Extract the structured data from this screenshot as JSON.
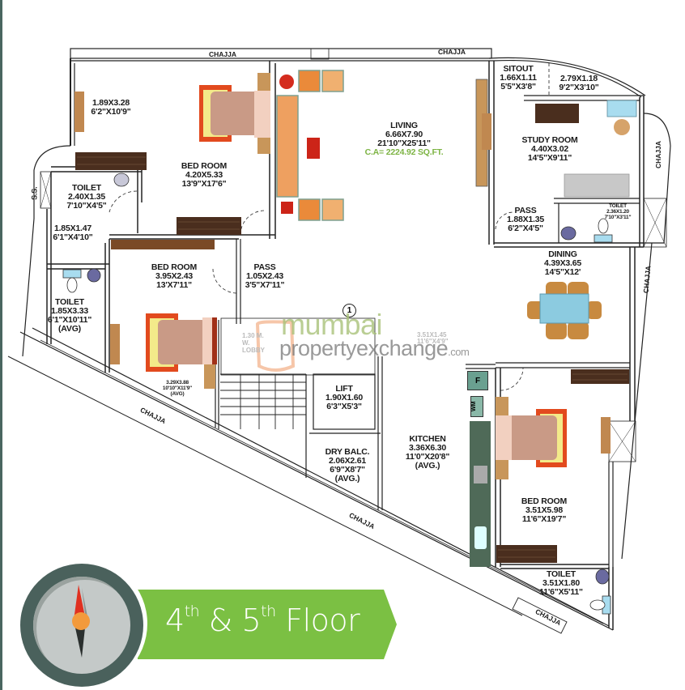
{
  "floor_title": {
    "n1": "4",
    "sup1": "th",
    "amp": " & ",
    "n2": "5",
    "sup2": "th",
    "word": " Floor"
  },
  "watermark": {
    "line1": "mumbai",
    "line2": "propertyexchange",
    "suffix": ".com",
    "ghost_left": "1.30 M. W. LOBBY",
    "ghost_right_1": "3.51X1.45",
    "ghost_right_2": "11'6\"X4'9\""
  },
  "marker": "1",
  "chajja_label": "CHAJJA",
  "rooms": {
    "walkin": {
      "dim_m": "1.89X3.28",
      "dim_ft": "6'2\"X10'9\""
    },
    "bedroom1": {
      "name": "BED ROOM",
      "dim_m": "4.20X5.33",
      "dim_ft": "13'9\"X17'6\""
    },
    "toilet1": {
      "name": "TOILET",
      "dim_m": "2.40X1.35",
      "dim_ft": "7'10\"X4'5\""
    },
    "ss": {
      "name": "S.S."
    },
    "dress": {
      "dim_m": "1.85X1.47",
      "dim_ft": "6'1\"X4'10\""
    },
    "toilet2": {
      "name": "TOILET",
      "dim_m": "1.85X3.33",
      "dim_ft": "6'1\"X10'11\"",
      "note": "(AVG)"
    },
    "bedroom2": {
      "name": "BED ROOM",
      "dim_m": "3.95X2.43",
      "dim_ft": "13'X7'11\""
    },
    "bedroom2_sub": {
      "dim_m": "3.29X3.88",
      "dim_ft": "10'10\"X11'9\"",
      "note": "(AVG)"
    },
    "pass1": {
      "name": "PASS",
      "dim_m": "1.05X2.43",
      "dim_ft": "3'5\"X7'11\""
    },
    "living": {
      "name": "LIVING",
      "dim_m": "6.66X7.90",
      "dim_ft": "21'10\"X25'11\"",
      "carpet": "C.A= 2224.92 SQ.FT."
    },
    "sitout": {
      "name": "SITOUT",
      "dim_m": "1.66X1.11",
      "dim_ft": "5'5\"X3'8\""
    },
    "sitout2": {
      "dim_m": "2.79X1.18",
      "dim_ft": "9'2\"X3'10\""
    },
    "study": {
      "name": "STUDY ROOM",
      "dim_m": "4.40X3.02",
      "dim_ft": "14'5\"X9'11\""
    },
    "pass2": {
      "name": "PASS",
      "dim_m": "1.88X1.35",
      "dim_ft": "6'2\"X4'5\""
    },
    "toilet3": {
      "name": "TOILET",
      "dim_m": "2.36X1.20",
      "dim_ft": "7'10\"X3'11\""
    },
    "dining": {
      "name": "DINING",
      "dim_m": "4.39X3.65",
      "dim_ft": "14'5\"X12'"
    },
    "lift": {
      "name": "LIFT",
      "dim_m": "1.90X1.60",
      "dim_ft": "6'3\"X5'3\""
    },
    "drybalc": {
      "name": "DRY BALC.",
      "dim_m": "2.06X2.61",
      "dim_ft": "6'9\"X8'7\"",
      "note": "(AVG.)"
    },
    "kitchen": {
      "name": "KITCHEN",
      "dim_m": "3.36X6.30",
      "dim_ft": "11'0\"X20'8\"",
      "note": "(AVG.)"
    },
    "bedroom3": {
      "name": "BED ROOM",
      "dim_m": "3.51X5.98",
      "dim_ft": "11'6\"X19'7\""
    },
    "toilet4": {
      "name": "TOILET",
      "dim_m": "3.51X1.80",
      "dim_ft": "11'6\"X5'11\""
    }
  },
  "appliances": {
    "fridge": "F",
    "washing_machine": "WM"
  },
  "colors": {
    "banner_green": "#7bc043",
    "compass_ring": "#4a615c",
    "compass_face": "#c4c9c8",
    "needle_red": "#e03020",
    "needle_dark": "#2a2f2e",
    "needle_hub": "#f39a3c",
    "carpet_area_text": "#7cb342"
  }
}
